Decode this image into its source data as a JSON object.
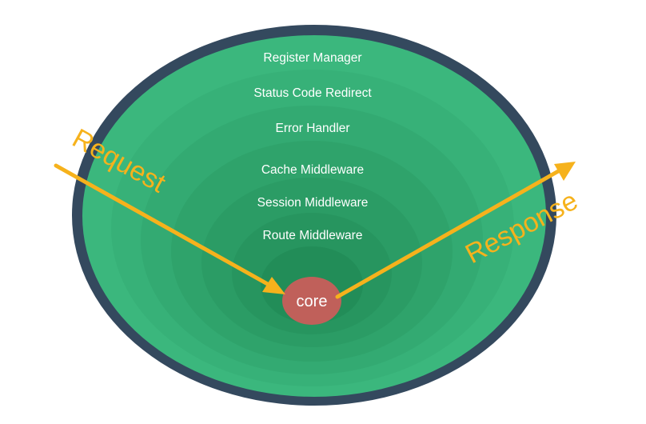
{
  "layers": [
    "Register Manager",
    "Status Code Redirect",
    "Error Handler",
    "Cache Middleware",
    "Session Middleware",
    "Route Middleware"
  ],
  "core": "core",
  "flows": {
    "request": "Request",
    "response": "Response"
  },
  "colors": {
    "rim": "#34495e",
    "outer_green": "#3bb77d",
    "inner_green": "#1f8a55",
    "core_fill": "#c0605a",
    "arrow": "#f6b21c"
  }
}
